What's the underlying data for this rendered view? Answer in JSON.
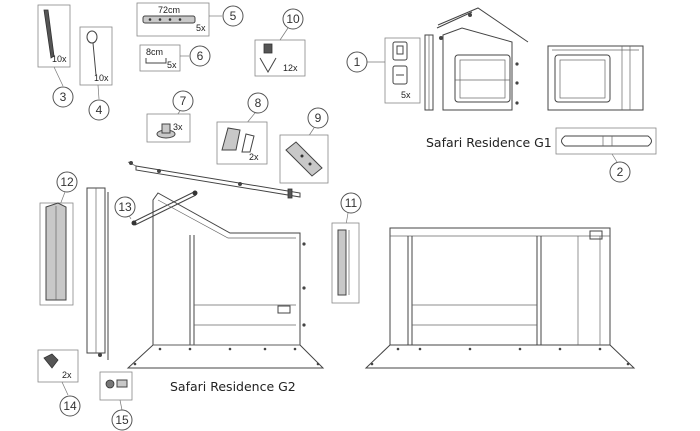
{
  "captions": {
    "g1": "Safari Residence G1",
    "g2": "Safari Residence G2"
  },
  "callouts": [
    "1",
    "2",
    "3",
    "4",
    "5",
    "6",
    "7",
    "8",
    "9",
    "10",
    "11",
    "12",
    "13",
    "14",
    "15"
  ],
  "quantities": {
    "q1": "5x",
    "q3": "10x",
    "q4": "10x",
    "q5": "5x",
    "q6": "5x",
    "q7": "3x",
    "q8": "2x",
    "q10": "12x",
    "q14": "2x"
  },
  "part_labels": {
    "p5": "72cm",
    "p6": "8cm"
  }
}
